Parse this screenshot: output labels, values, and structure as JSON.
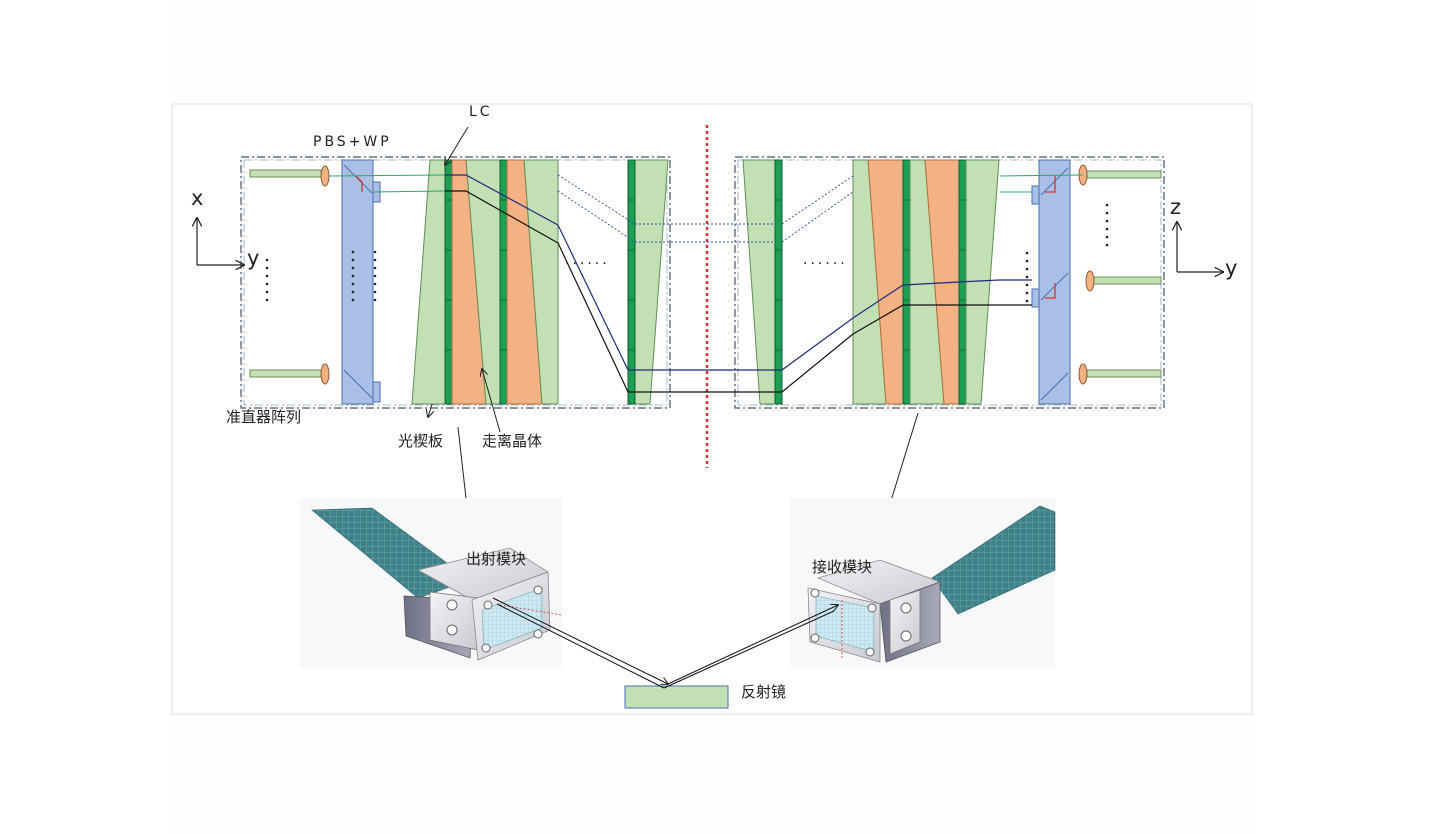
{
  "labels": {
    "pbs_wp": "PBS+WP",
    "lc": "LC",
    "collimator_array": "准直器阵列",
    "wedge_plate": "光楔板",
    "walkoff_crystal": "走离晶体",
    "emit_module": "出射模块",
    "receive_module": "接收模块",
    "reflector": "反射镜"
  },
  "axes": {
    "left_x": "x",
    "left_y": "y",
    "right_z": "z",
    "right_y": "y"
  },
  "ellipsis_text": "......",
  "colors": {
    "wedge_green": "#c3e0b4",
    "walkoff_orange": "#f4b183",
    "lc_dark_green": "#1e9e54",
    "pbs_blue": "#a9bfe6",
    "divider_red": "#e03030",
    "frame_blue": "#44546a",
    "beam_green": "#2ca868",
    "beam_black": "#111111",
    "beam_navy": "#1f2a7a",
    "module_teal": "#3d7f86"
  }
}
